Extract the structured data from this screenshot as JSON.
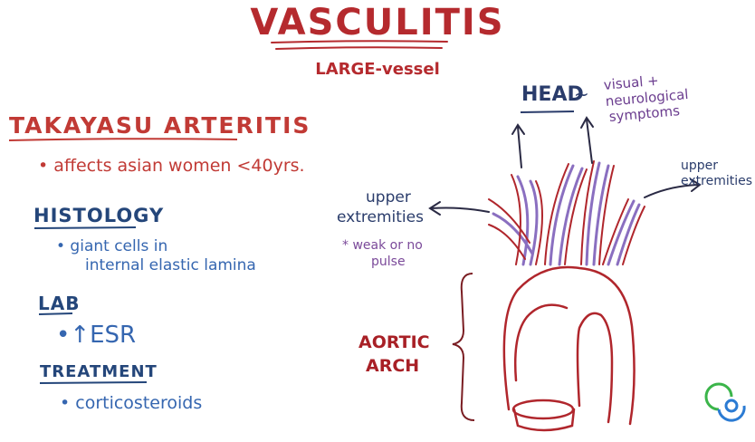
{
  "title": "VASCULITIS",
  "subtitle": "LARGE-vessel",
  "disease": "TAKAYASU ARTERITIS",
  "epidemiology": "• affects asian women <40yrs.",
  "histology": {
    "heading": "HISTOLOGY",
    "line1": "• giant cells in",
    "line2": "internal elastic lamina"
  },
  "lab": {
    "heading": "LAB",
    "item": "•↑ESR"
  },
  "treatment": {
    "heading": "TREATMENT",
    "item": "• corticosteroids"
  },
  "diagram": {
    "head_label": "HEAD",
    "tilde": "~",
    "symptoms_line1": "visual +",
    "symptoms_line2": "neurological",
    "symptoms_line3": "symptoms",
    "upper_right_line1": "upper",
    "upper_right_line2": "extremities",
    "upper_left_line1": "upper",
    "upper_left_line2": "extremities",
    "weak_line1": "* weak or no",
    "weak_line2": "pulse",
    "arch_line1": "AORTIC",
    "arch_line2": "ARCH"
  },
  "colors": {
    "red": "#b52a2e",
    "navy": "#24467a",
    "blue": "#3566b0",
    "purple": "#6b3d8f",
    "vessel_red": "#b0262c",
    "vessel_purple": "#8a6fc0",
    "logo_green": "#3bb54a",
    "logo_blue": "#2b7bd3"
  }
}
